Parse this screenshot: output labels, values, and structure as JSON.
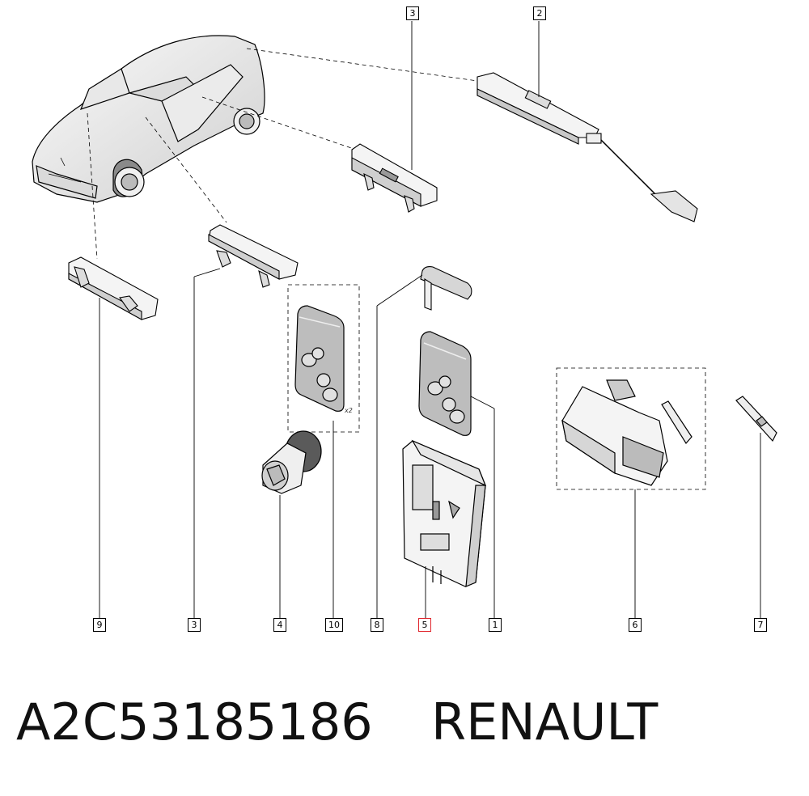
{
  "callouts": [
    {
      "id": "callout-3-top",
      "label": "3"
    },
    {
      "id": "callout-2",
      "label": "2"
    },
    {
      "id": "callout-9",
      "label": "9"
    },
    {
      "id": "callout-3-bottom",
      "label": "3"
    },
    {
      "id": "callout-4",
      "label": "4"
    },
    {
      "id": "callout-10",
      "label": "10"
    },
    {
      "id": "callout-8",
      "label": "8"
    },
    {
      "id": "callout-5",
      "label": "5"
    },
    {
      "id": "callout-1",
      "label": "1"
    },
    {
      "id": "callout-6",
      "label": "6"
    },
    {
      "id": "callout-7",
      "label": "7"
    }
  ],
  "quantity_note": "x2",
  "caption": {
    "part_number": "A2C53185186",
    "brand": "RENAULT"
  },
  "colors": {
    "line": "#000000",
    "part_fill": "#f4f4f4",
    "part_shade": "#c9c9c9",
    "highlight": "#e0262d"
  }
}
